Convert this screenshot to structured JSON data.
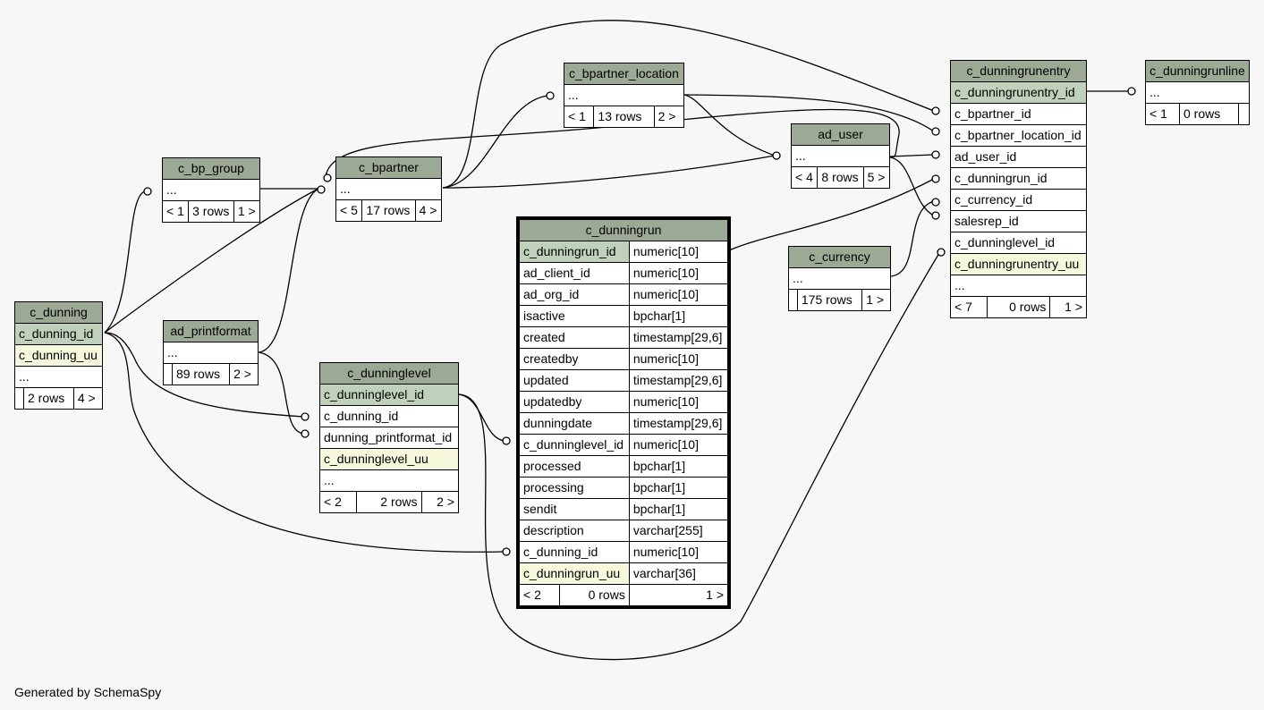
{
  "footer": "Generated by SchemaSpy",
  "tables": {
    "c_bp_group": {
      "name": "c_bp_group",
      "rows": [
        "..."
      ],
      "stats": [
        "< 1",
        "3 rows",
        "1 >"
      ]
    },
    "c_bpartner": {
      "name": "c_bpartner",
      "rows": [
        "..."
      ],
      "stats": [
        "< 5",
        "17 rows",
        "4 >"
      ]
    },
    "c_bpartner_location": {
      "name": "c_bpartner_location",
      "rows": [
        "..."
      ],
      "stats": [
        "< 1",
        "13 rows",
        "2 >"
      ]
    },
    "ad_user": {
      "name": "ad_user",
      "rows": [
        "..."
      ],
      "stats": [
        "< 4",
        "8 rows",
        "5 >"
      ]
    },
    "c_dunningrunentry": {
      "name": "c_dunningrunentry",
      "rows": [
        "c_dunningrunentry_id",
        "c_bpartner_id",
        "c_bpartner_location_id",
        "ad_user_id",
        "c_dunningrun_id",
        "c_currency_id",
        "salesrep_id",
        "c_dunninglevel_id",
        "c_dunningrunentry_uu",
        "..."
      ],
      "stats": [
        "< 7",
        "0 rows",
        "1 >"
      ]
    },
    "c_dunningrunline": {
      "name": "c_dunningrunline",
      "rows": [
        "..."
      ],
      "stats": [
        "< 1",
        "0 rows",
        ""
      ]
    },
    "c_currency": {
      "name": "c_currency",
      "rows": [
        "..."
      ],
      "stats": [
        "",
        "175 rows",
        "1 >"
      ]
    },
    "c_dunning": {
      "name": "c_dunning",
      "rows": [
        "c_dunning_id",
        "c_dunning_uu",
        "..."
      ],
      "stats": [
        "",
        "2 rows",
        "4 >"
      ]
    },
    "ad_printformat": {
      "name": "ad_printformat",
      "rows": [
        "..."
      ],
      "stats": [
        "",
        "89 rows",
        "2 >"
      ]
    },
    "c_dunninglevel": {
      "name": "c_dunninglevel",
      "rows": [
        "c_dunninglevel_id",
        "c_dunning_id",
        "dunning_printformat_id",
        "c_dunninglevel_uu",
        "..."
      ],
      "stats": [
        "< 2",
        "2 rows",
        "2 >"
      ]
    },
    "c_dunningrun": {
      "name": "c_dunningrun",
      "columns": [
        {
          "name": "c_dunningrun_id",
          "type": "numeric[10]"
        },
        {
          "name": "ad_client_id",
          "type": "numeric[10]"
        },
        {
          "name": "ad_org_id",
          "type": "numeric[10]"
        },
        {
          "name": "isactive",
          "type": "bpchar[1]"
        },
        {
          "name": "created",
          "type": "timestamp[29,6]"
        },
        {
          "name": "createdby",
          "type": "numeric[10]"
        },
        {
          "name": "updated",
          "type": "timestamp[29,6]"
        },
        {
          "name": "updatedby",
          "type": "numeric[10]"
        },
        {
          "name": "dunningdate",
          "type": "timestamp[29,6]"
        },
        {
          "name": "c_dunninglevel_id",
          "type": "numeric[10]"
        },
        {
          "name": "processed",
          "type": "bpchar[1]"
        },
        {
          "name": "processing",
          "type": "bpchar[1]"
        },
        {
          "name": "sendit",
          "type": "bpchar[1]"
        },
        {
          "name": "description",
          "type": "varchar[255]"
        },
        {
          "name": "c_dunning_id",
          "type": "numeric[10]"
        },
        {
          "name": "c_dunningrun_uu",
          "type": "varchar[36]"
        }
      ],
      "stats": [
        "< 2",
        "0 rows",
        "1 >"
      ]
    }
  }
}
